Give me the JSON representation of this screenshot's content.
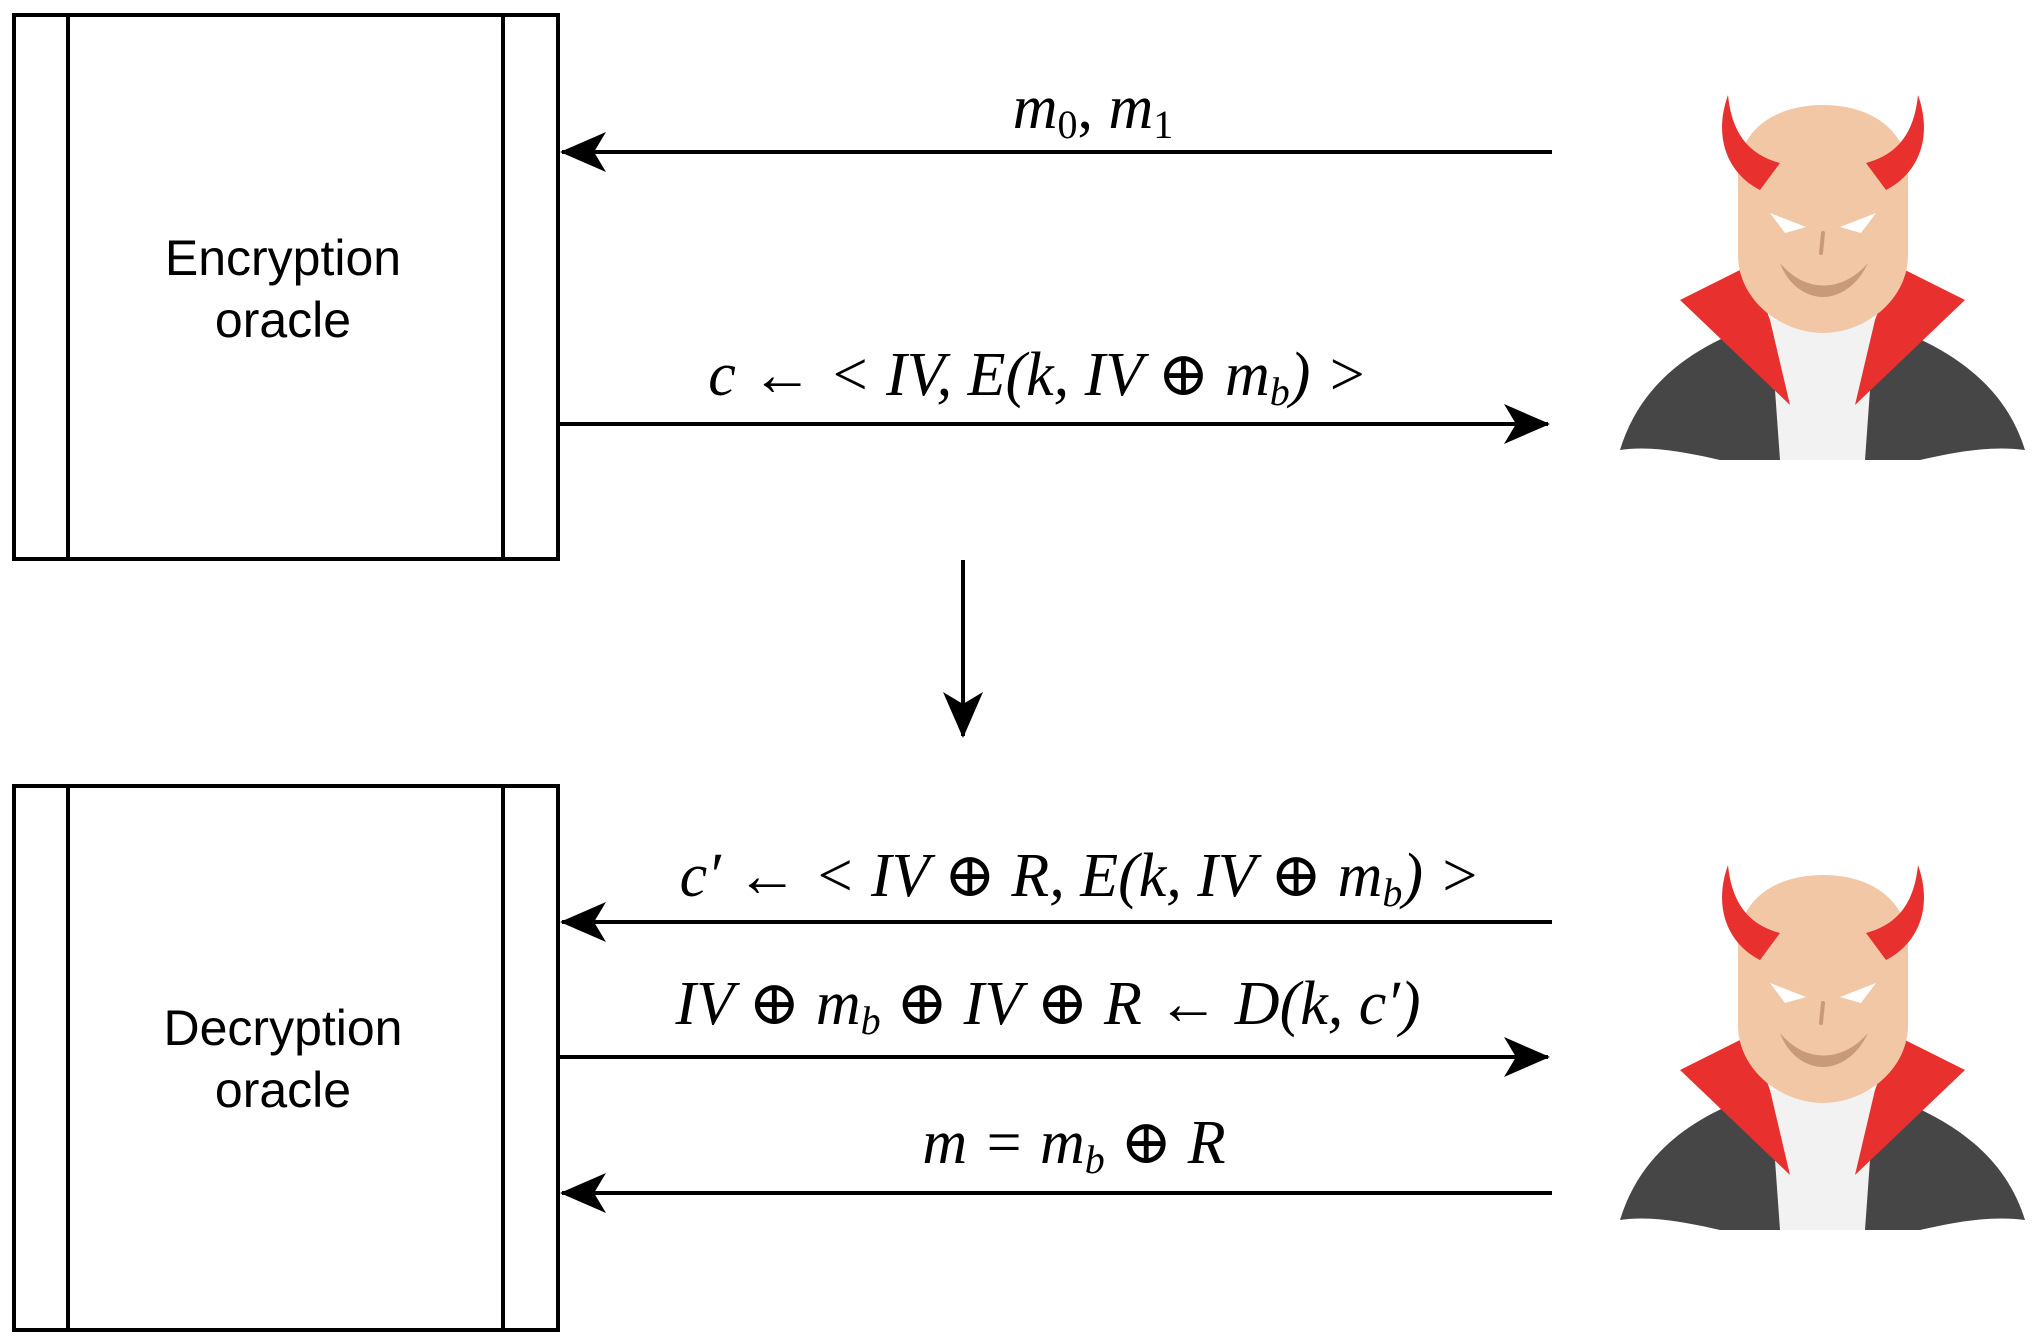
{
  "encryption_oracle": {
    "label_line1": "Encryption",
    "label_line2": "oracle"
  },
  "decryption_oracle": {
    "label_line1": "Decryption",
    "label_line2": "oracle"
  },
  "messages": {
    "m_pair": {
      "m0": "m",
      "sub0": "0",
      "comma": ", ",
      "m1": "m",
      "sub1": "1"
    },
    "ciphertext": {
      "lhs": "c",
      "arrow": " ← ",
      "body": " < IV, E(k, IV ⊕ m",
      "sub": "b",
      "close": ") >"
    },
    "modified_ciphertext": {
      "lhs": "c′",
      "arrow": " ← ",
      "body": " < IV ⊕ R, E(k, IV ⊕ m",
      "sub": "b",
      "close": ") >"
    },
    "decryption_result": {
      "part1": "IV ⊕ m",
      "sub": "b",
      "part2": " ⊕ IV ⊕ R ← D(k, c′)"
    },
    "recovered": {
      "part1": "m = m",
      "sub": "b",
      "part2": " ⊕ R"
    }
  },
  "icons": {
    "attacker_top": "devil-attacker-icon",
    "attacker_bottom": "devil-attacker-icon"
  },
  "colors": {
    "stroke": "#000000",
    "horn": "#e8302f",
    "skin": "#f2c7a6",
    "collar": "#e8302f",
    "cape": "#464646",
    "shirt": "#f2f2f2"
  }
}
